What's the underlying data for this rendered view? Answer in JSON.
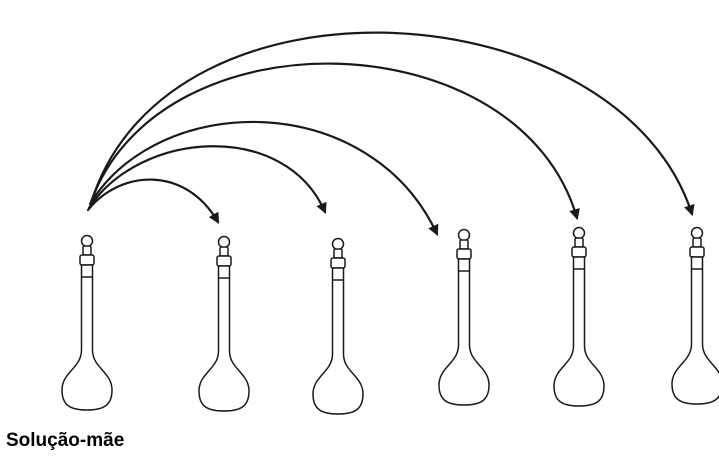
{
  "caption": "Solução-mãe",
  "colors": {
    "stroke": "#1a1a1a",
    "text": "#000000"
  },
  "flasks": [
    {
      "name": "stock-flask"
    },
    {
      "name": "dilution-flask-1"
    },
    {
      "name": "dilution-flask-2"
    },
    {
      "name": "dilution-flask-3"
    },
    {
      "name": "dilution-flask-4"
    },
    {
      "name": "dilution-flask-5"
    }
  ],
  "arrows": [
    {
      "from": "stock-flask",
      "to": "dilution-flask-1"
    },
    {
      "from": "stock-flask",
      "to": "dilution-flask-2"
    },
    {
      "from": "stock-flask",
      "to": "dilution-flask-3"
    },
    {
      "from": "stock-flask",
      "to": "dilution-flask-4"
    },
    {
      "from": "stock-flask",
      "to": "dilution-flask-5"
    }
  ]
}
